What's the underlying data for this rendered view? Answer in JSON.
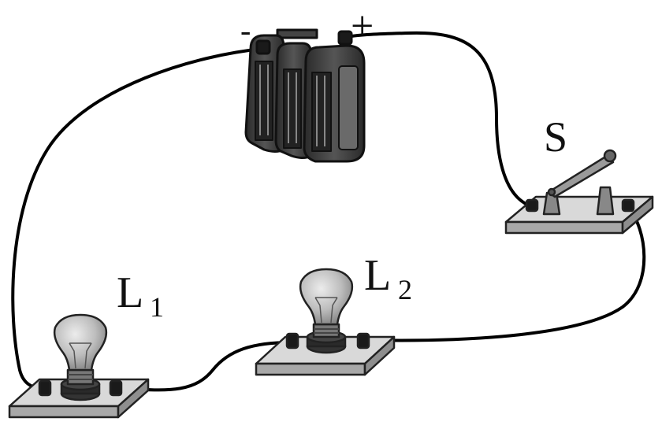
{
  "labels": {
    "negative": "-",
    "positive": "+",
    "switch": "S",
    "lamp1_main": "L",
    "lamp1_sub": "1",
    "lamp2_main": "L",
    "lamp2_sub": "2"
  },
  "colors": {
    "wire": "#000000",
    "board_top": "#d9d9d9",
    "board_side": "#a8a8a8",
    "bulb_glass": "#bdbdbd",
    "battery_body": "#3a3a3a",
    "battery_face": "#5a5a5a"
  }
}
